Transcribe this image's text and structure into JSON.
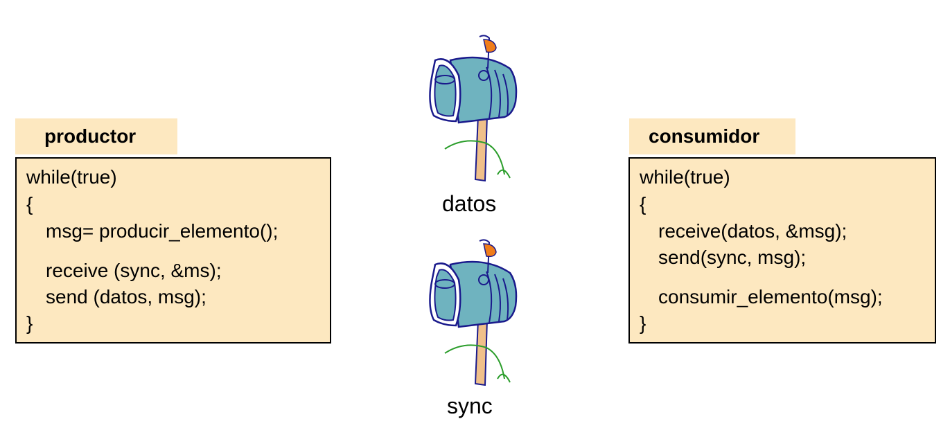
{
  "productor": {
    "title": "productor",
    "lines": [
      "while(true)",
      "{",
      "msg= producir_elemento();",
      "receive (sync, &ms);",
      "send (datos, msg);",
      "}"
    ]
  },
  "consumidor": {
    "title": "consumidor",
    "lines": [
      "while(true)",
      "{",
      "receive(datos, &msg);",
      "send(sync, msg);",
      "consumir_elemento(msg);",
      "}"
    ]
  },
  "mailboxes": {
    "datos": "datos",
    "sync": "sync"
  },
  "colors": {
    "box_fill": "#fde8c0",
    "mailbox_body": "#6fb3bf",
    "mailbox_outline": "#1a1a8c",
    "flag": "#f07d1a",
    "post": "#f0c08a",
    "grass": "#2a9d2a"
  }
}
